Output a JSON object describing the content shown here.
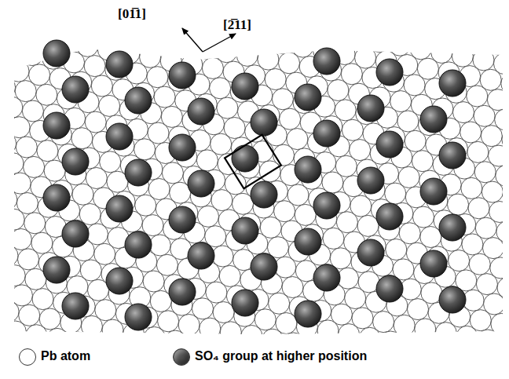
{
  "diagram": {
    "labels": [
      "[01̅1]",
      "[2̅11]"
    ],
    "legend": [
      {
        "text": "Pb atom",
        "color": "#ffffff"
      },
      {
        "text": "SO₄ group at higher position",
        "color": "#555555"
      }
    ]
  }
}
